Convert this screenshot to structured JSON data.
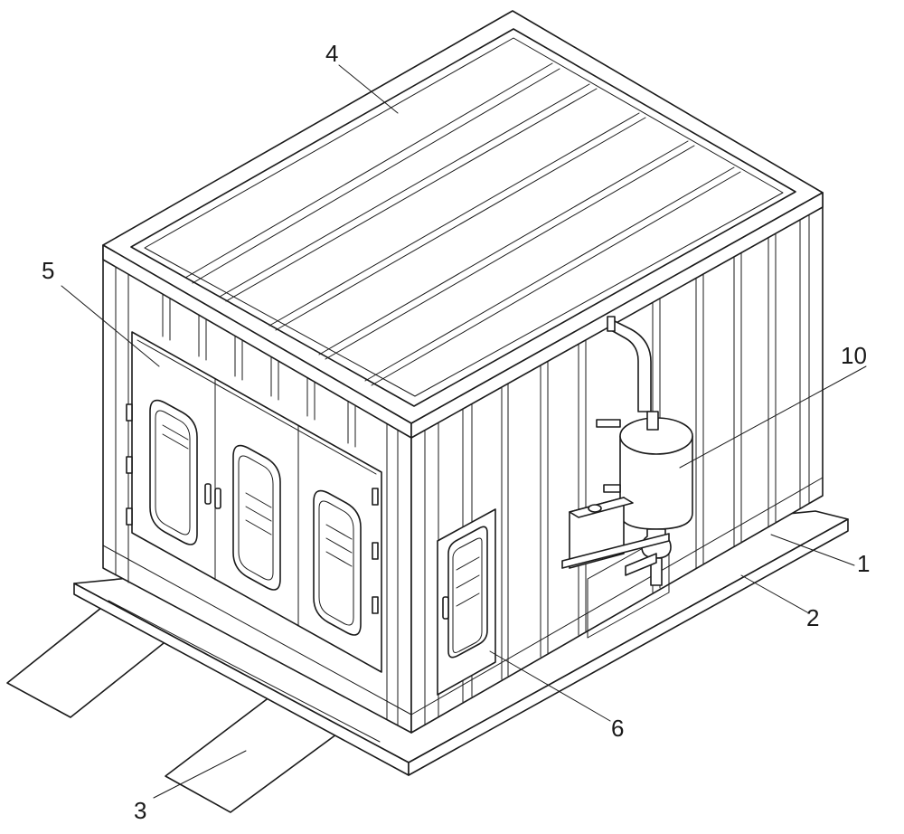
{
  "figure": {
    "labels": [
      {
        "id": "roof",
        "text": "4"
      },
      {
        "id": "double-door",
        "text": "5"
      },
      {
        "id": "water-tank",
        "text": "10"
      },
      {
        "id": "side-wall",
        "text": "1"
      },
      {
        "id": "base-plate",
        "text": "2"
      },
      {
        "id": "side-door",
        "text": "6"
      },
      {
        "id": "ramp",
        "text": "3"
      }
    ]
  },
  "colors": {
    "line": "#1a1a1a",
    "background": "#ffffff"
  }
}
